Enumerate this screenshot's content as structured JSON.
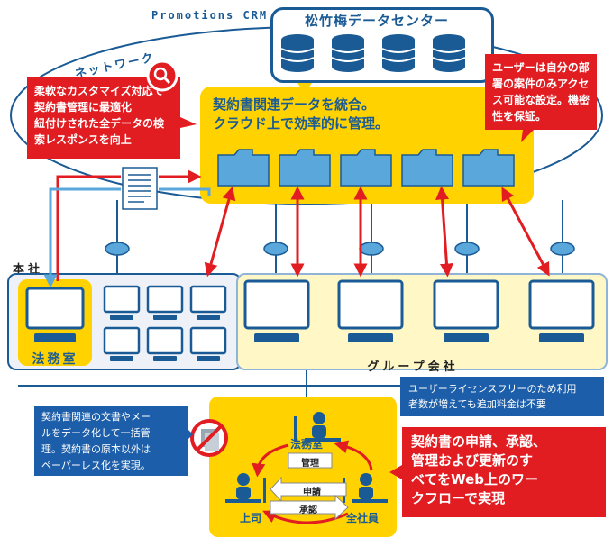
{
  "header": {
    "crm_title": "Promotions CRM",
    "datacenter_title": "松竹梅データセンター",
    "network_label": "ネットワーク"
  },
  "central": {
    "line1": "契約書関連データを統合。",
    "line2": "クラウド上で効率的に管理。"
  },
  "callout_left": {
    "line1": "柔軟なカスタマイズ対応で",
    "line2": "契約書管理に最適化",
    "line3": "紐付けされた全データの検",
    "line4": "索レスポンスを向上"
  },
  "callout_right": {
    "line1": "ユーザーは自分の部",
    "line2": "署の案件のみアクセ",
    "line3": "ス可能な設定。機密",
    "line4": "性を保証。"
  },
  "sites": {
    "headquarters": "本社",
    "legal_dept": "法務室",
    "group_companies": "グループ会社"
  },
  "license_note": {
    "line1": "ユーザーライセンスフリーのため利用",
    "line2": "者数が増えても追加料金は不要"
  },
  "paperless_note": {
    "line1": "契約書関連の文書やメー",
    "line2": "ルをデータ化して一括管",
    "line3": "理。契約書の原本以外は",
    "line4": "ペーパーレス化を実現。"
  },
  "workflow": {
    "legal": "法務室",
    "boss": "上司",
    "staff": "全社員",
    "manage": "管理",
    "apply": "申請",
    "approve": "承認"
  },
  "workflow_note": {
    "line1": "契約書の申請、承認、",
    "line2": "管理および更新のす",
    "line3": "べてをWeb上のワー",
    "line4": "クフローで実現"
  },
  "colors": {
    "navy": "#1a5b95",
    "red": "#e11d22",
    "yellow": "#ffd200",
    "blue_box": "#1c5ea9",
    "light_blue": "#5aa7dc"
  }
}
